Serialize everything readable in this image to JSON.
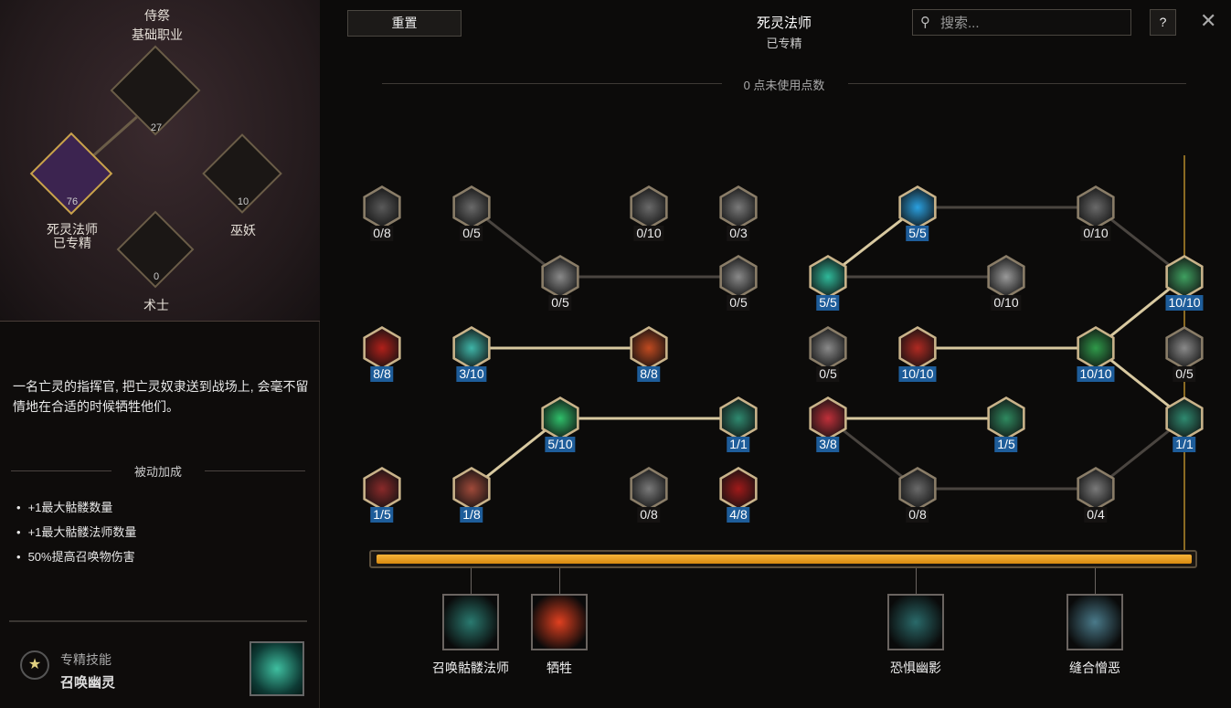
{
  "class_tree": {
    "base": {
      "title": "侍祭",
      "subtitle": "基础职业",
      "points": "27"
    },
    "necromancer": {
      "name": "死灵法师",
      "status": "已专精",
      "points": "76"
    },
    "lich": {
      "name": "巫妖",
      "points": "10"
    },
    "warlock": {
      "name": "术士",
      "points": "0"
    }
  },
  "description": "一名亡灵的指挥官, 把亡灵奴隶送到战场上, 会毫不留情地在合适的时候牺牲他们。",
  "passive": {
    "header": "被动加成",
    "items": [
      "+1最大骷髅数量",
      "+1最大骷髅法师数量",
      "50%提高召唤物伤害"
    ]
  },
  "specialization": {
    "label": "专精技能",
    "skill": "召唤幽灵"
  },
  "toolbar": {
    "reset": "重置",
    "title": "死灵法师",
    "subtitle": "已专精",
    "search_placeholder": "搜索...",
    "help": "?",
    "close": "✕"
  },
  "unused_points": "0 点未使用点数",
  "progress": 1.0,
  "nodes": [
    {
      "rank": "0/8",
      "on": false,
      "color": "#5a5a5a"
    },
    {
      "rank": "0/5",
      "on": false,
      "color": "#6a6a6a"
    },
    {
      "rank": "0/10",
      "on": false,
      "color": "#6a6a6a"
    },
    {
      "rank": "0/3",
      "on": false,
      "color": "#7a7a7a"
    },
    {
      "rank": "5/5",
      "on": true,
      "color": "#2aa0e0"
    },
    {
      "rank": "0/10",
      "on": false,
      "color": "#6a6a6a"
    },
    {
      "rank": "0/5",
      "on": false,
      "color": "#8a8a8a"
    },
    {
      "rank": "0/5",
      "on": false,
      "color": "#8a8a8a"
    },
    {
      "rank": "5/5",
      "on": true,
      "color": "#2fb99a"
    },
    {
      "rank": "0/10",
      "on": false,
      "color": "#9a9a9a"
    },
    {
      "rank": "10/10",
      "on": true,
      "color": "#3fa060"
    },
    {
      "rank": "8/8",
      "on": true,
      "color": "#b0201a"
    },
    {
      "rank": "3/10",
      "on": true,
      "color": "#3fb5a8"
    },
    {
      "rank": "8/8",
      "on": true,
      "color": "#c04a20"
    },
    {
      "rank": "0/5",
      "on": false,
      "color": "#8a8a8a"
    },
    {
      "rank": "10/10",
      "on": true,
      "color": "#b02a22"
    },
    {
      "rank": "10/10",
      "on": true,
      "color": "#2f9a4a"
    },
    {
      "rank": "0/5",
      "on": false,
      "color": "#8a8a8a"
    },
    {
      "rank": "5/10",
      "on": true,
      "color": "#2fbf6a"
    },
    {
      "rank": "1/1",
      "on": true,
      "color": "#2f8a70"
    },
    {
      "rank": "3/8",
      "on": true,
      "color": "#c0303a"
    },
    {
      "rank": "1/5",
      "on": true,
      "color": "#2f8a60"
    },
    {
      "rank": "1/1",
      "on": true,
      "color": "#2f8a70"
    },
    {
      "rank": "1/5",
      "on": true,
      "color": "#8a2a2a"
    },
    {
      "rank": "1/8",
      "on": true,
      "color": "#a04a3a"
    },
    {
      "rank": "0/8",
      "on": false,
      "color": "#7a7a7a"
    },
    {
      "rank": "4/8",
      "on": true,
      "color": "#a01a1a"
    },
    {
      "rank": "0/8",
      "on": false,
      "color": "#6a6a6a"
    },
    {
      "rank": "0/4",
      "on": false,
      "color": "#7a7a7a"
    }
  ],
  "skills": [
    {
      "name": "召唤骷髅法师",
      "color": "#2a7a70"
    },
    {
      "name": "牺牲",
      "color": "#e04020"
    },
    {
      "name": "恐惧幽影",
      "color": "#2a6a6a"
    },
    {
      "name": "缝合憎恶",
      "color": "#4a7a8a"
    }
  ]
}
